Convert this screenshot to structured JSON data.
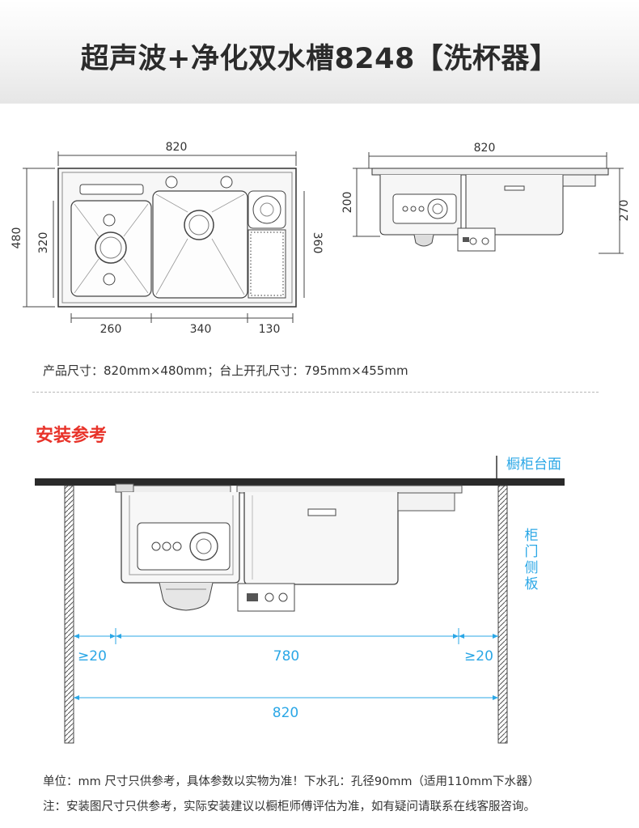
{
  "title": "超声波+净化双水槽8248【洗杯器】",
  "top_view": {
    "width": "820",
    "height": "480",
    "left_basin_height": "320",
    "right_basin_height": "360",
    "bottom_dims": [
      "260",
      "340",
      "130"
    ]
  },
  "side_view": {
    "width": "820",
    "left_height": "200",
    "right_height": "270"
  },
  "spec_text": "产品尺寸：820mm×480mm；台上开孔尺寸：795mm×455mm",
  "section_title": "安装参考",
  "install": {
    "countertop_label": "橱柜台面",
    "side_panel_label": [
      "柜",
      "门",
      "侧",
      "板"
    ],
    "left_gap": "≥20",
    "middle": "780",
    "right_gap": "≥20",
    "total": "820"
  },
  "notes": [
    "单位：mm 尺寸只供参考，具体参数以实物为准！下水孔：孔径90mm（适用110mm下水器）",
    "注：安装图尺寸只供参考，实际安装建议以橱柜师傅评估为准，如有疑问请联系在线客服咨询。"
  ],
  "colors": {
    "accent_red": "#e8332a",
    "dimension_blue": "#2ba7e6",
    "line": "#3a3a3a"
  }
}
